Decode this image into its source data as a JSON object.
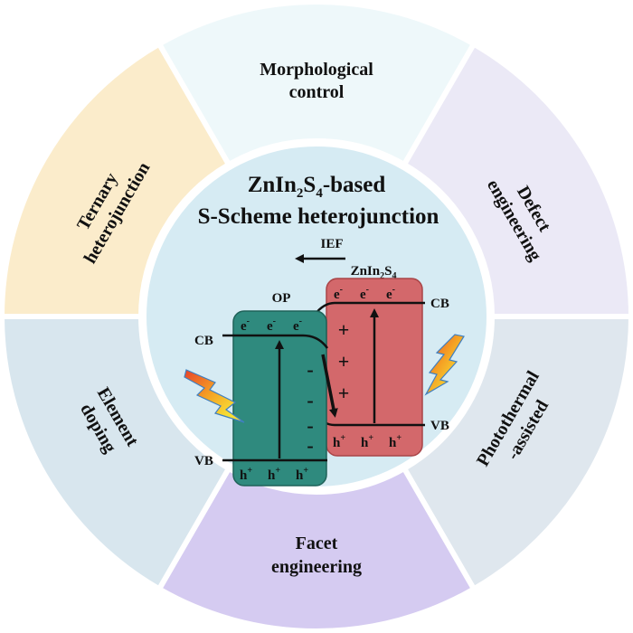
{
  "center": {
    "title_line1_main": "ZnIn",
    "title_line1_sub1": "2",
    "title_line1_mid": "S",
    "title_line1_sub2": "4",
    "title_line1_tail": "-based",
    "title_line2": "S-Scheme heterojunction",
    "ief_label": "IEF"
  },
  "segments": [
    {
      "id": "morphological",
      "lines": [
        "Morphological",
        "control"
      ],
      "color": "#eef8fa"
    },
    {
      "id": "defect",
      "lines": [
        "Defect",
        "engineering"
      ],
      "color": "#ebe9f6"
    },
    {
      "id": "photothermal",
      "lines": [
        "Photothermal",
        "-assisted"
      ],
      "color": "#dfe7ee"
    },
    {
      "id": "facet",
      "lines": [
        "Facet",
        "engineering"
      ],
      "color": "#d5cbf1"
    },
    {
      "id": "element",
      "lines": [
        "Element",
        "doping"
      ],
      "color": "#d8e6ee"
    },
    {
      "id": "ternary",
      "lines": [
        "Ternary",
        "heterojunction"
      ],
      "color": "#fbeccb"
    }
  ],
  "op": {
    "label": "OP",
    "cb": "CB",
    "vb": "VB",
    "electrons": [
      "e",
      "e",
      "e"
    ],
    "holes": [
      "h",
      "h",
      "h"
    ],
    "minus_signs": [
      "-",
      "-",
      "-",
      "-"
    ],
    "color": "#2f8a7e"
  },
  "znins": {
    "label_main": "ZnIn",
    "label_sub1": "2",
    "label_mid": "S",
    "label_sub2": "4",
    "cb": "CB",
    "vb": "VB",
    "electrons": [
      "e",
      "e",
      "e"
    ],
    "holes": [
      "h",
      "h",
      "h"
    ],
    "plus_signs": [
      "+",
      "+",
      "+"
    ],
    "color": "#d3686b"
  },
  "carrier_signs": {
    "electron": "-",
    "hole": "+"
  },
  "colors": {
    "center_bg": "#d6ebf3",
    "lightning_outer": "#e8422a",
    "lightning_inner": "#f6df35",
    "lightning_edge": "#3f7fc0"
  }
}
